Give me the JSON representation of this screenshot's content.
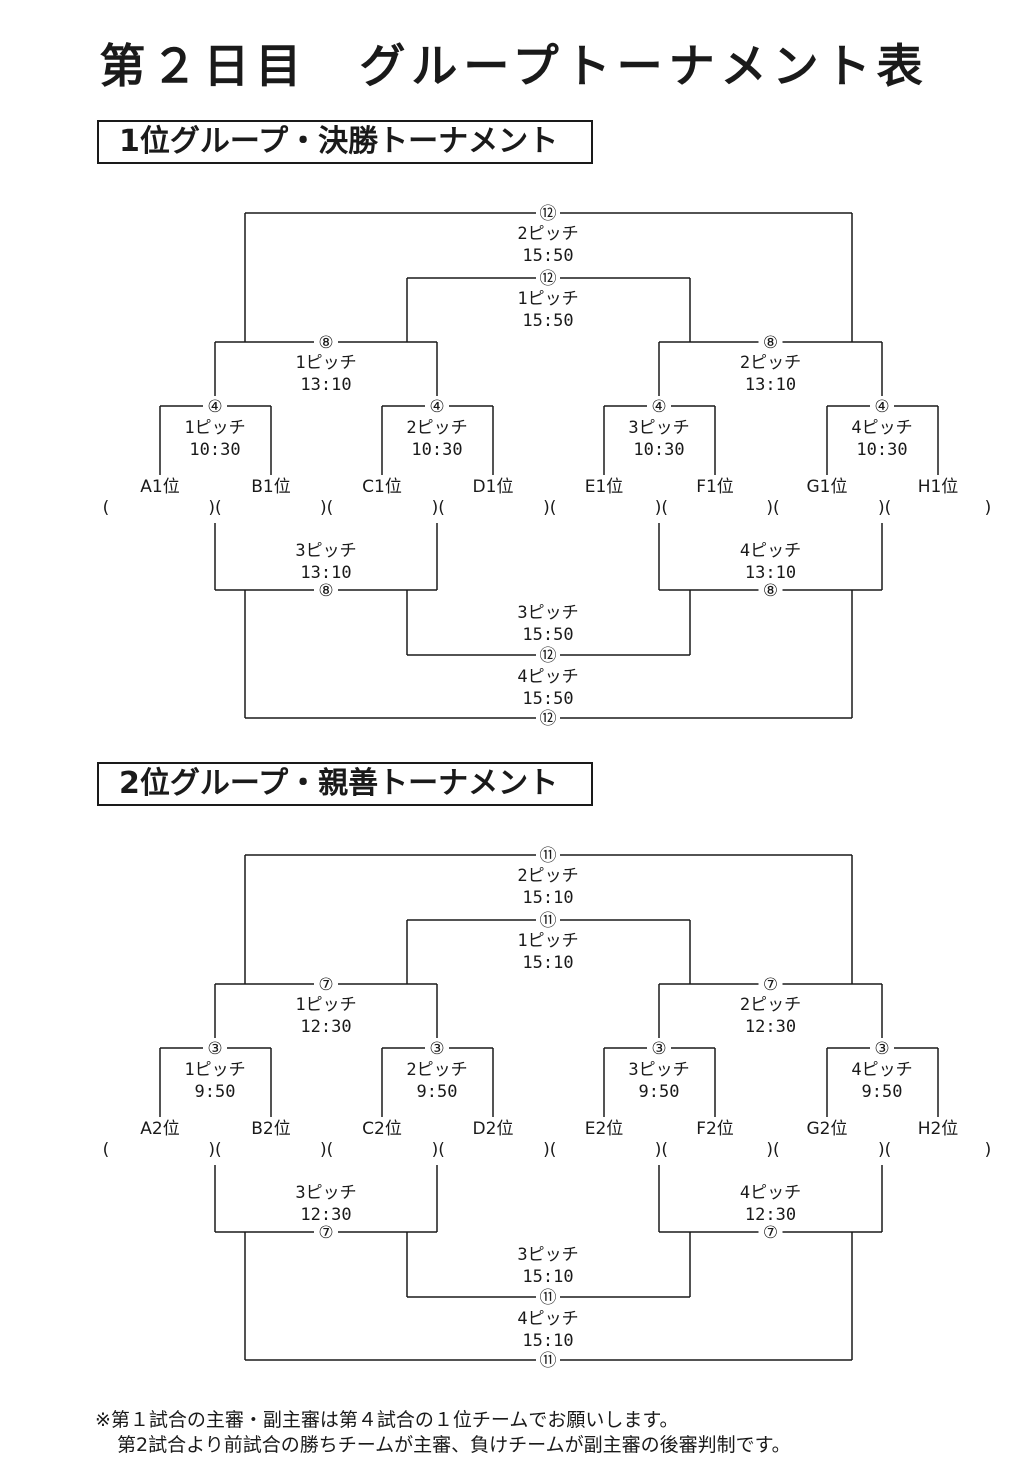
{
  "title": "第２日目　グループトーナメント表",
  "sections": [
    {
      "title": "1位グループ・決勝トーナメント",
      "teams": [
        "A1位",
        "B1位",
        "C1位",
        "D1位",
        "E1位",
        "F1位",
        "G1位",
        "H1位"
      ],
      "upper_r1": [
        {
          "num": "④",
          "pitch": "1ピッチ",
          "time": "10:30"
        },
        {
          "num": "④",
          "pitch": "2ピッチ",
          "time": "10:30"
        },
        {
          "num": "④",
          "pitch": "3ピッチ",
          "time": "10:30"
        },
        {
          "num": "④",
          "pitch": "4ピッチ",
          "time": "10:30"
        }
      ],
      "upper_r2": [
        {
          "num": "⑧",
          "pitch": "1ピッチ",
          "time": "13:10"
        },
        {
          "num": "⑧",
          "pitch": "2ピッチ",
          "time": "13:10"
        }
      ],
      "upper_final_inner": {
        "num": "⑫",
        "pitch": "1ピッチ",
        "time": "15:50"
      },
      "upper_final_outer": {
        "num": "⑫",
        "pitch": "2ピッチ",
        "time": "15:50"
      },
      "lower_r1": [
        {
          "num": "⑧",
          "pitch": "3ピッチ",
          "time": "13:10"
        },
        {
          "num": "⑧",
          "pitch": "4ピッチ",
          "time": "13:10"
        }
      ],
      "lower_final_inner": {
        "num": "⑫",
        "pitch": "3ピッチ",
        "time": "15:50"
      },
      "lower_final_outer": {
        "num": "⑫",
        "pitch": "4ピッチ",
        "time": "15:50"
      }
    },
    {
      "title": "2位グループ・親善トーナメント",
      "teams": [
        "A2位",
        "B2位",
        "C2位",
        "D2位",
        "E2位",
        "F2位",
        "G2位",
        "H2位"
      ],
      "upper_r1": [
        {
          "num": "③",
          "pitch": "1ピッチ",
          "time": "9:50"
        },
        {
          "num": "③",
          "pitch": "2ピッチ",
          "time": "9:50"
        },
        {
          "num": "③",
          "pitch": "3ピッチ",
          "time": "9:50"
        },
        {
          "num": "③",
          "pitch": "4ピッチ",
          "time": "9:50"
        }
      ],
      "upper_r2": [
        {
          "num": "⑦",
          "pitch": "1ピッチ",
          "time": "12:30"
        },
        {
          "num": "⑦",
          "pitch": "2ピッチ",
          "time": "12:30"
        }
      ],
      "upper_final_inner": {
        "num": "⑪",
        "pitch": "1ピッチ",
        "time": "15:10"
      },
      "upper_final_outer": {
        "num": "⑪",
        "pitch": "2ピッチ",
        "time": "15:10"
      },
      "lower_r1": [
        {
          "num": "⑦",
          "pitch": "3ピッチ",
          "time": "12:30"
        },
        {
          "num": "⑦",
          "pitch": "4ピッチ",
          "time": "12:30"
        }
      ],
      "lower_final_inner": {
        "num": "⑪",
        "pitch": "3ピッチ",
        "time": "15:10"
      },
      "lower_final_outer": {
        "num": "⑪",
        "pitch": "4ピッチ",
        "time": "15:10"
      }
    }
  ],
  "note": [
    "※第１試合の主審・副主審は第４試合の１位チームでお願いします。",
    "第2試合より前試合の勝ちチームが主審、負けチームが副主審の後審判制です。"
  ]
}
